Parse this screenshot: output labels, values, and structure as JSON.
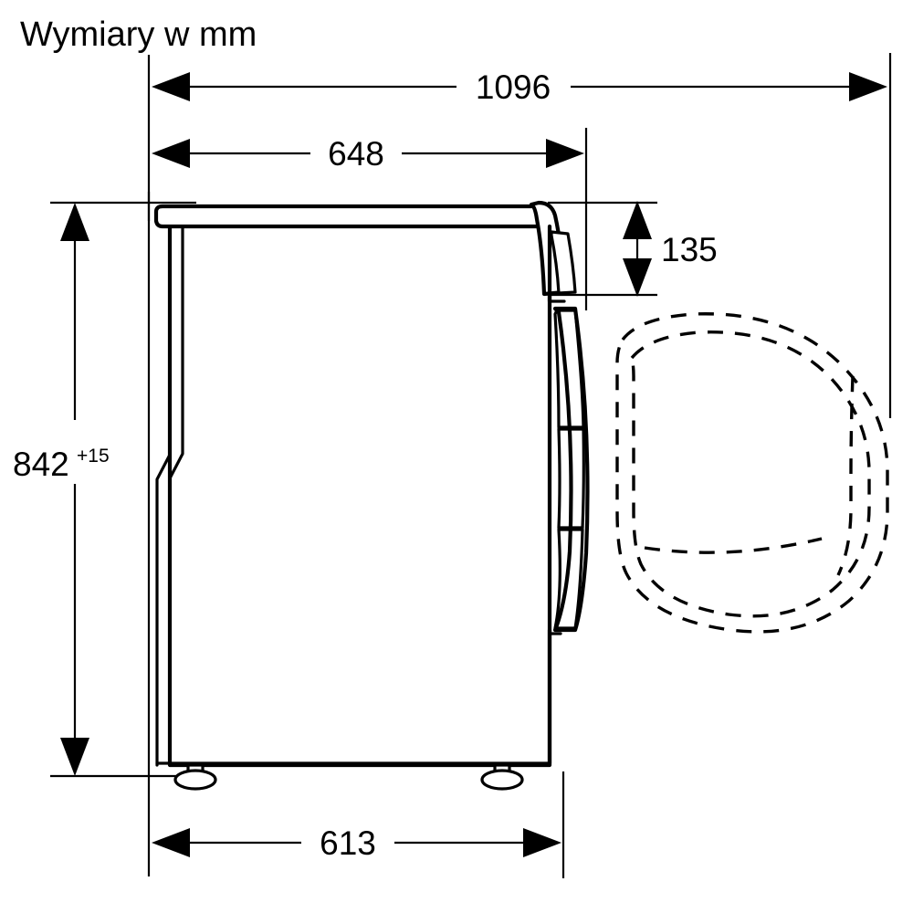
{
  "title": "Wymiary w mm",
  "units": "mm",
  "colors": {
    "line": "#000000",
    "background": "#ffffff"
  },
  "dimensions": {
    "overall_depth_with_door_open": {
      "label": "1096",
      "name": "overall-depth-door-open",
      "orientation": "horizontal",
      "position": "top"
    },
    "depth_with_door": {
      "label": "648",
      "name": "depth-including-door",
      "orientation": "horizontal",
      "position": "top-inner"
    },
    "control_panel_height": {
      "label": "135",
      "name": "control-panel-height",
      "orientation": "vertical",
      "position": "right"
    },
    "height": {
      "label": "842",
      "superscript": "+15",
      "name": "appliance-height",
      "orientation": "vertical",
      "position": "left"
    },
    "body_depth": {
      "label": "613",
      "name": "body-depth",
      "orientation": "horizontal",
      "position": "bottom"
    }
  },
  "parts": {
    "worktop": "worktop",
    "side_panel": "side-panel",
    "door_closed": "door-closed-profile",
    "control_panel": "control-panel",
    "handle": "door-handle",
    "foot_front": "adjustable-foot-front",
    "foot_rear": "adjustable-foot-rear",
    "door_swing": "door-open-outline-dashed"
  }
}
